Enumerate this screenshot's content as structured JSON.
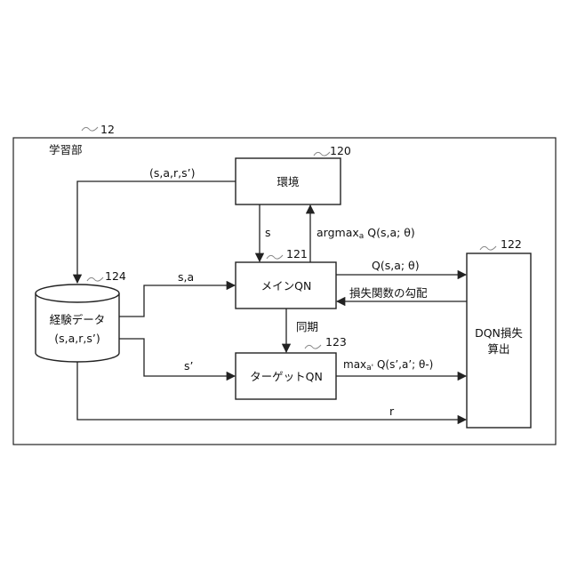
{
  "figure": {
    "system_ref": "12",
    "system_label": "学習部",
    "environment": {
      "ref": "120",
      "label": "環境"
    },
    "main_qn": {
      "ref": "121",
      "label": "メインQN"
    },
    "dqn_loss": {
      "ref": "122",
      "label_line1": "DQN損失",
      "label_line2": "算出"
    },
    "target_qn": {
      "ref": "123",
      "label": "ターゲットQN"
    },
    "experience": {
      "ref": "124",
      "label_line1": "経験データ",
      "label_line2": "(s,a,r,s’)"
    },
    "edges": {
      "env_to_store": "(s,a,r,s’)",
      "env_to_main": "s",
      "main_to_env_prefix": "argmax",
      "main_to_env_sub": "a",
      "main_to_env_suffix": " Q(s,a; θ)",
      "store_to_main": "s,a",
      "main_to_loss": "Q(s,a; θ)",
      "loss_to_main": "損失関数の勾配",
      "sync": "同期",
      "store_to_target": "s’",
      "target_to_loss_prefix": "max",
      "target_to_loss_sub": "a'",
      "target_to_loss_suffix": " Q(s’,a’; θ-)",
      "store_to_loss": "r"
    }
  }
}
